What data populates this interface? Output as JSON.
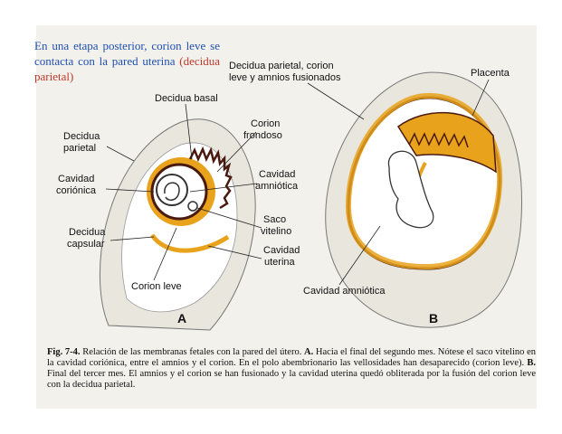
{
  "intro": {
    "text_main": "En una etapa posterior, corion leve se contacta con la pared uterina ",
    "text_highlight": "(decidua parietal)"
  },
  "figure_a": {
    "letter": "A",
    "labels": {
      "decidua_basal": "Decidua basal",
      "decidua_parietal_1": "Decidua",
      "decidua_parietal_2": "parietal",
      "cavidad_corionica_1": "Cavidad",
      "cavidad_corionica_2": "coriónica",
      "decidua_capsular_1": "Decidua",
      "decidua_capsular_2": "capsular",
      "corion_leve": "Corion leve",
      "corion_frondoso_1": "Corion",
      "corion_frondoso_2": "frondoso",
      "cavidad_amniotica_1": "Cavidad",
      "cavidad_amniotica_2": "amniótica",
      "saco_vitelino_1": "Saco",
      "saco_vitelino_2": "vitelino",
      "cavidad_uterina_1": "Cavidad",
      "cavidad_uterina_2": "uterina"
    }
  },
  "figure_b": {
    "letter": "B",
    "labels": {
      "decidua_fusion_1": "Decidua parietal, corion",
      "decidua_fusion_2": "leve y amnios fusionados",
      "placenta": "Placenta",
      "cavidad_amniotica": "Cavidad amniótica"
    }
  },
  "caption": {
    "fig": "Fig. 7-4.",
    "text1": " Relación de las membranas fetales con la pared del útero. ",
    "a": "A.",
    "text2": " Hacia el final del segundo mes. Nótese el saco vitelino en la cavidad coriónica, entre el amnios y el corion. En el polo abembrionario las vellosidades han desaparecido (corion leve). ",
    "b": "B.",
    "text3": " Final del tercer mes. El amnios y el corion se han fusionado y la cavidad uterina quedó obliterada por la fusión del corion leve con la decidua parietal."
  },
  "colors": {
    "orange": "#e8a21c",
    "dark_brown": "#4a1a10",
    "tissue": "#e9e6dd",
    "intro_blue": "#1f4fb0",
    "intro_red": "#c0392b"
  }
}
